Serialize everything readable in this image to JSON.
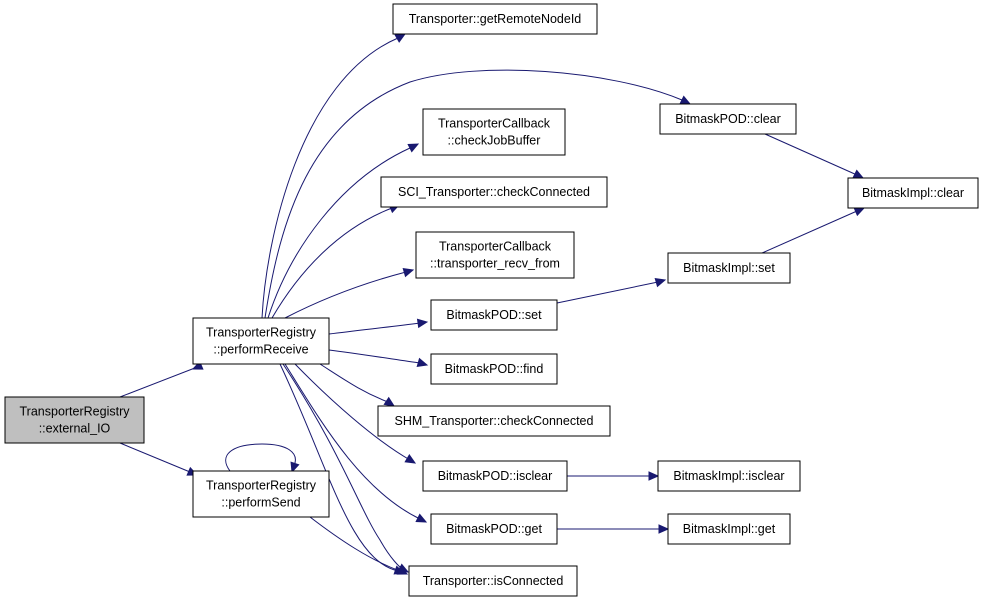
{
  "graph": {
    "colors": {
      "edge": "#191970",
      "root_fill": "#bfbfbf",
      "node_fill": "#ffffff",
      "node_border": "#000000"
    },
    "nodes": {
      "external_io": [
        "TransporterRegistry",
        "::external_IO"
      ],
      "perform_receive": [
        "TransporterRegistry",
        "::performReceive"
      ],
      "perform_send": [
        "TransporterRegistry",
        "::performSend"
      ],
      "get_remote_node_id": [
        "Transporter::getRemoteNodeId"
      ],
      "check_job_buffer": [
        "TransporterCallback",
        "::checkJobBuffer"
      ],
      "sci_check_connected": [
        "SCI_Transporter::checkConnected"
      ],
      "transporter_recv_from": [
        "TransporterCallback",
        "::transporter_recv_from"
      ],
      "bitmaskpod_set": [
        "BitmaskPOD::set"
      ],
      "bitmaskpod_find": [
        "BitmaskPOD::find"
      ],
      "shm_check_connected": [
        "SHM_Transporter::checkConnected"
      ],
      "bitmaskpod_isclear": [
        "BitmaskPOD::isclear"
      ],
      "bitmaskpod_get": [
        "BitmaskPOD::get"
      ],
      "is_connected": [
        "Transporter::isConnected"
      ],
      "bitmaskpod_clear": [
        "BitmaskPOD::clear"
      ],
      "bitmaskimpl_clear": [
        "BitmaskImpl::clear"
      ],
      "bitmaskimpl_set": [
        "BitmaskImpl::set"
      ],
      "bitmaskimpl_isclear": [
        "BitmaskImpl::isclear"
      ],
      "bitmaskimpl_get": [
        "BitmaskImpl::get"
      ]
    }
  }
}
